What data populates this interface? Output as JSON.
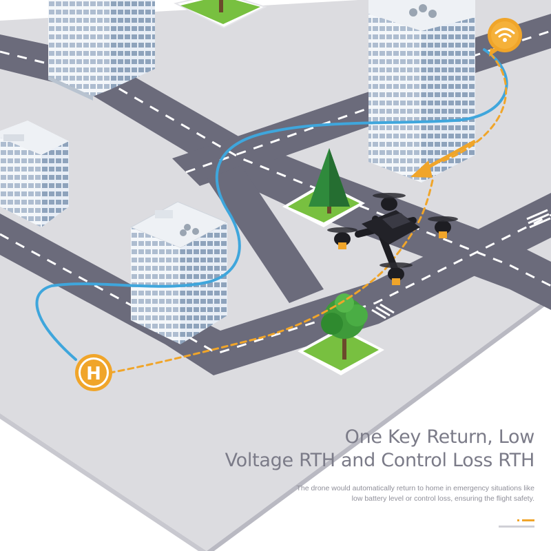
{
  "headline": {
    "line1": "One Key Return, Low",
    "line2": "Voltage RTH and Control Loss RTH"
  },
  "description": {
    "line1": "The drone would automatically return to home in emergency situations like",
    "line2": "low battery level or control loss, ensuring the flight safety."
  },
  "markers": {
    "home_letter": "H",
    "signal_icon": "wifi-signal-icon"
  },
  "colors": {
    "background": "#ffffff",
    "ground": "#dcdce0",
    "road": "#6b6b7b",
    "flight_path": "#3fa6dc",
    "return_path": "#f0a52a",
    "grass": "#78c040",
    "headline_text": "#7b7b88"
  }
}
